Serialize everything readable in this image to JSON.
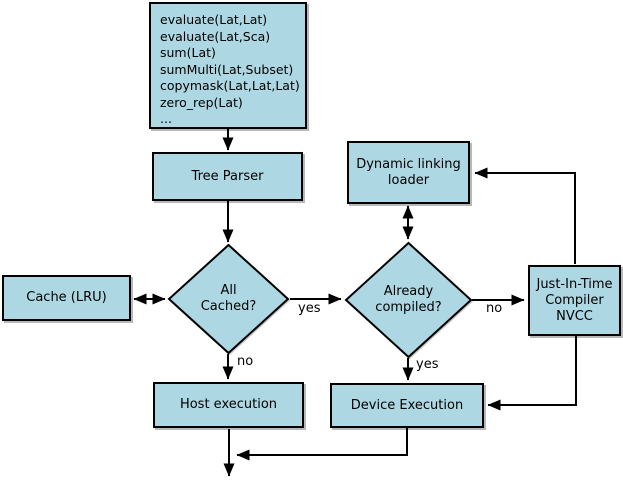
{
  "colors": {
    "node_fill": "#add8e3",
    "border": "#000000",
    "background": "#ffffff"
  },
  "nodes": {
    "expression_list": {
      "lines": [
        "evaluate(Lat,Lat)",
        "evaluate(Lat,Sca)",
        "sum(Lat)",
        "sumMulti(Lat,Subset)",
        "copymask(Lat,Lat,Lat)",
        "zero_rep(Lat)",
        "..."
      ]
    },
    "tree_parser": {
      "label": "Tree Parser"
    },
    "cache": {
      "label": "Cache (LRU)"
    },
    "all_cached": {
      "lines": [
        "All",
        "Cached?"
      ]
    },
    "already_compiled": {
      "lines": [
        "Already",
        "compiled?"
      ]
    },
    "dynamic_loader": {
      "lines": [
        "Dynamic linking",
        "loader"
      ]
    },
    "jit_compiler": {
      "lines": [
        "Just-In-Time",
        "Compiler",
        "NVCC"
      ]
    },
    "host_execution": {
      "label": "Host execution"
    },
    "device_execution": {
      "label": "Device Execution"
    }
  },
  "edge_labels": {
    "all_cached_yes": "yes",
    "all_cached_no": "no",
    "already_compiled_no": "no",
    "already_compiled_yes": "yes"
  }
}
